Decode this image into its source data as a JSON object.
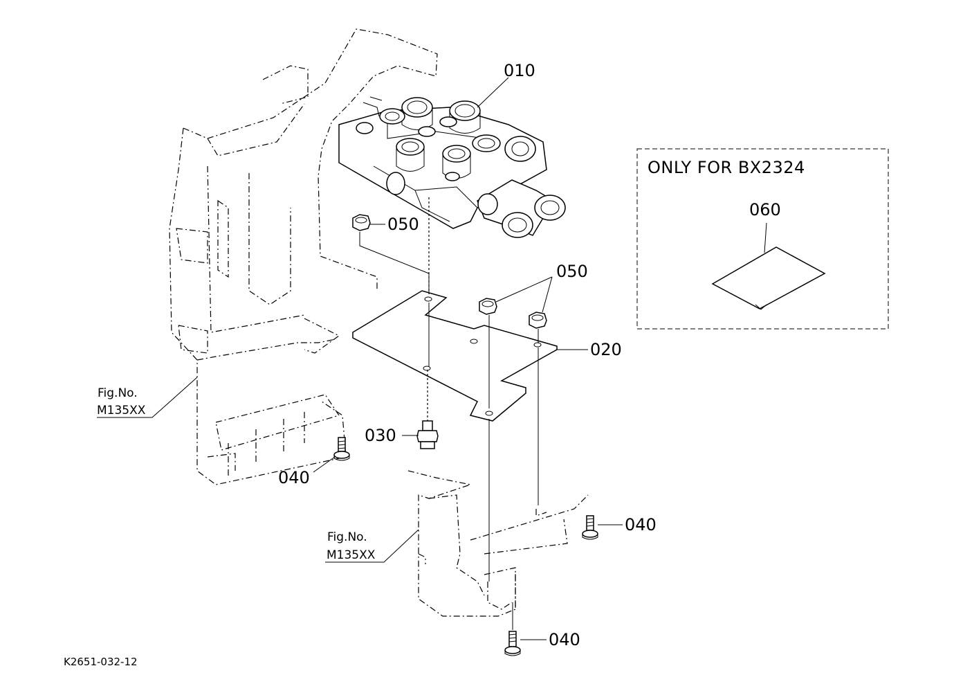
{
  "diagram": {
    "drawing_code": "K2651-032-12",
    "note_box": {
      "title": "ONLY FOR BX2324",
      "part": "060"
    },
    "parts": {
      "p010": "010",
      "p020": "020",
      "p030": "030",
      "p040_left": "040",
      "p040_right": "040",
      "p040_bottom": "040",
      "p050_left": "050",
      "p050_right": "050"
    },
    "fig_refs": [
      {
        "line1": "Fig.No.",
        "line2": "M135XX"
      },
      {
        "line1": "Fig.No.",
        "line2": "M135XX"
      }
    ]
  }
}
